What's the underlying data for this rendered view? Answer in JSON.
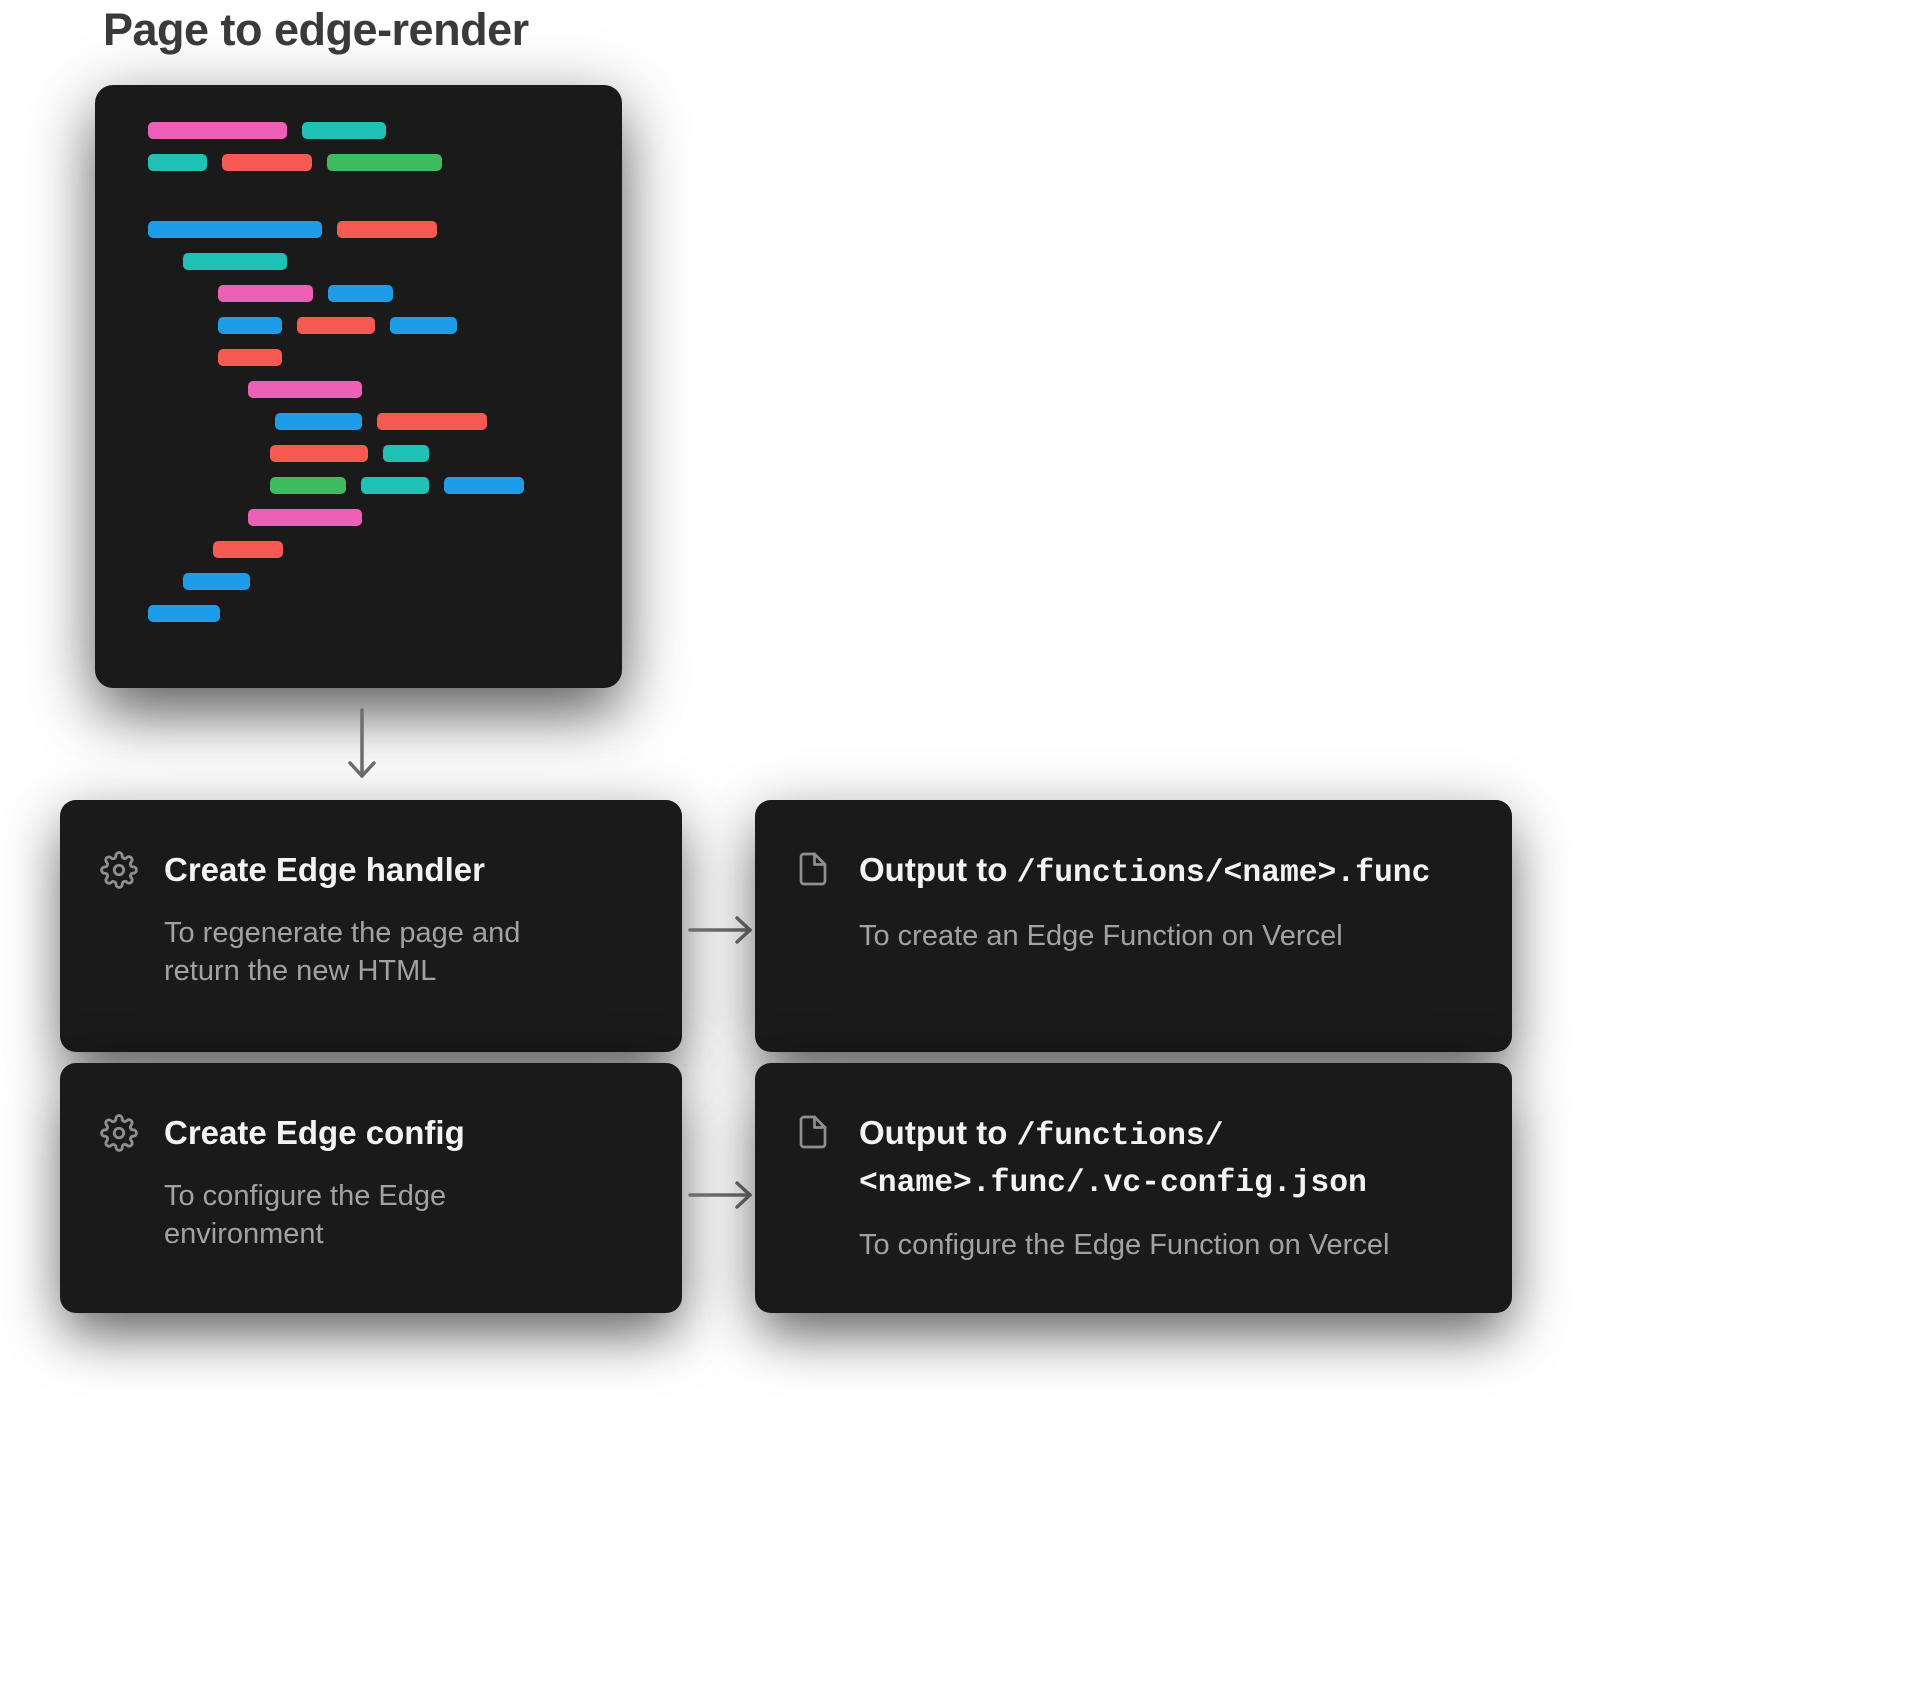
{
  "page": {
    "title": "Page to edge-render"
  },
  "colors": {
    "pink": "#ee5fb7",
    "teal": "#1fc2b4",
    "red": "#f75953",
    "green": "#3fbb5f",
    "blue": "#1f9ce8",
    "panel_bg": "#1a1a1a",
    "heading_text": "#f3f3f3",
    "subtext": "#a2a2a2",
    "arrow": "#6e6e6e",
    "title_text": "#3b3b3b"
  },
  "code_block": {
    "rows": [
      {
        "indent": 0,
        "mt": 0,
        "bars": [
          [
            "pink",
            139
          ],
          [
            "teal",
            84
          ]
        ]
      },
      {
        "indent": 0,
        "mt": 0,
        "bars": [
          [
            "teal",
            59
          ],
          [
            "red",
            90
          ],
          [
            "green",
            115
          ]
        ]
      },
      {
        "indent": 0,
        "mt": 50,
        "bars": [
          [
            "blue",
            174
          ],
          [
            "red",
            100
          ]
        ]
      },
      {
        "indent": 35,
        "mt": 0,
        "bars": [
          [
            "teal",
            104
          ]
        ]
      },
      {
        "indent": 70,
        "mt": 0,
        "bars": [
          [
            "pink",
            95
          ],
          [
            "blue",
            65
          ]
        ]
      },
      {
        "indent": 70,
        "mt": 0,
        "bars": [
          [
            "blue",
            64
          ],
          [
            "red",
            78
          ],
          [
            "blue",
            67
          ]
        ]
      },
      {
        "indent": 70,
        "mt": 0,
        "bars": [
          [
            "red",
            64
          ]
        ]
      },
      {
        "indent": 100,
        "mt": 0,
        "bars": [
          [
            "pink",
            114
          ]
        ]
      },
      {
        "indent": 127,
        "mt": 0,
        "bars": [
          [
            "blue",
            87
          ],
          [
            "red",
            110
          ]
        ]
      },
      {
        "indent": 122,
        "mt": 0,
        "bars": [
          [
            "red",
            98
          ],
          [
            "teal",
            46
          ]
        ]
      },
      {
        "indent": 122,
        "mt": 0,
        "bars": [
          [
            "green",
            76
          ],
          [
            "teal",
            68
          ],
          [
            "blue",
            80
          ]
        ]
      },
      {
        "indent": 100,
        "mt": 0,
        "bars": [
          [
            "pink",
            114
          ]
        ]
      },
      {
        "indent": 65,
        "mt": 0,
        "bars": [
          [
            "red",
            70
          ]
        ]
      },
      {
        "indent": 35,
        "mt": 0,
        "bars": [
          [
            "blue",
            67
          ]
        ]
      },
      {
        "indent": 0,
        "mt": 0,
        "bars": [
          [
            "blue",
            72
          ]
        ]
      }
    ]
  },
  "flow": {
    "cards": [
      {
        "icon": "gear",
        "title": "Create Edge handler",
        "description": "To regenerate the page and return the new HTML"
      },
      {
        "icon": "file",
        "title_prefix": "Output to ",
        "title_code": "/functions/<name>.func",
        "description": "To create an Edge Function on Vercel"
      },
      {
        "icon": "gear",
        "title": "Create Edge config",
        "description": "To configure the Edge environment"
      },
      {
        "icon": "file",
        "title_prefix": "Output to ",
        "title_code_line1": "/functions/",
        "title_code_line2": "<name>.func/.vc-config.json",
        "description": "To configure the Edge Function on Vercel"
      }
    ]
  }
}
